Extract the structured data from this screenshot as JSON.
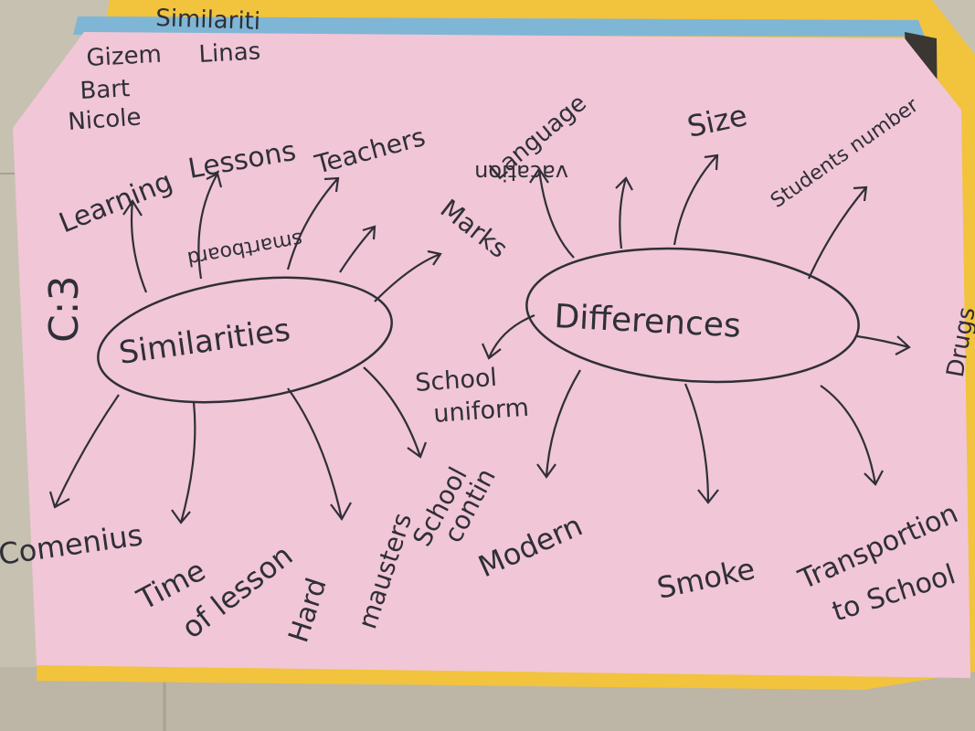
{
  "names": [
    "Gizem",
    "Linas",
    "Bart",
    "Nicole"
  ],
  "similarities": {
    "title": "Similarities",
    "face": "C:3",
    "branches": [
      {
        "label": "Learning"
      },
      {
        "label": "Lessons"
      },
      {
        "label": "Teachers"
      },
      {
        "label": "smartboard"
      },
      {
        "label": "Marks"
      },
      {
        "label": "Comenius"
      },
      {
        "label": "Time",
        "label2": "of lesson"
      },
      {
        "label": "Hard"
      },
      {
        "label": "mausters"
      },
      {
        "label": "School",
        "label2": "contin"
      }
    ]
  },
  "differences": {
    "title": "Differences",
    "branches": [
      {
        "label": "Language"
      },
      {
        "label": "vacation"
      },
      {
        "label": "Size"
      },
      {
        "label": "Students number"
      },
      {
        "label": "Drugs"
      },
      {
        "label": "School",
        "label2": "uniform"
      },
      {
        "label": "Modern"
      },
      {
        "label": "Smoke"
      },
      {
        "label": "Transportion",
        "label2": "to School"
      }
    ]
  },
  "back_sheet_text": "Similariti",
  "colors": {
    "paper": "#f1c6d6",
    "ink": "#2f2f38",
    "desk": "#c9c3b4",
    "yellow_sheet": "#f2c33c",
    "blue_sheet": "#7fb6d6"
  }
}
